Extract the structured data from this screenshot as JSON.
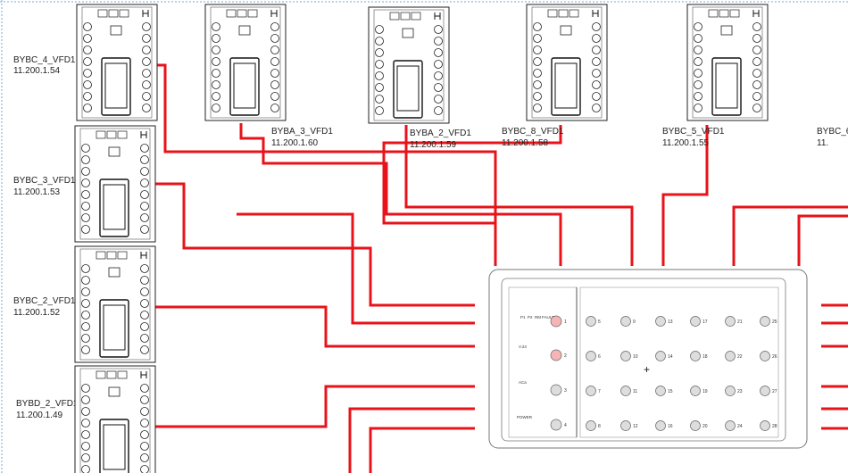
{
  "devices": [
    {
      "name": "BYBC_4_VFD1",
      "ip": "11.200.1.54"
    },
    {
      "name": "BYBA_3_VFD1",
      "ip": "11.200.1.60"
    },
    {
      "name": "BYBA_2_VFD1",
      "ip": "11.200.1.59"
    },
    {
      "name": "BYBC_8_VFD1",
      "ip": "11.200.1.58"
    },
    {
      "name": "BYBC_5_VFD1",
      "ip": "11.200.1.55"
    },
    {
      "name": "BYBC_6_",
      "ip": "11."
    },
    {
      "name": "BYBC_3_VFD1",
      "ip": "11.200.1.53"
    },
    {
      "name": "BYBC_2_VFD1",
      "ip": "11.200.1.52"
    },
    {
      "name": "BYBD_2_VFD1",
      "ip": "11.200.1.49"
    }
  ],
  "switch": {
    "top_labels": [
      "P1",
      "P2",
      "RM",
      "FAULT"
    ],
    "side_labels": [
      "V.24",
      "ACa",
      "POWER"
    ],
    "port_numbers": [
      "1",
      "2",
      "3",
      "4",
      "5",
      "6",
      "7",
      "8",
      "9",
      "10",
      "11",
      "12",
      "13",
      "14",
      "15",
      "16",
      "17",
      "18",
      "19",
      "20",
      "21",
      "22",
      "23",
      "24",
      "25",
      "26",
      "27",
      "28"
    ],
    "center_marker": "+"
  },
  "colors": {
    "wire": "#e8131a",
    "outline": "#222222",
    "switch_outline": "#777777"
  }
}
